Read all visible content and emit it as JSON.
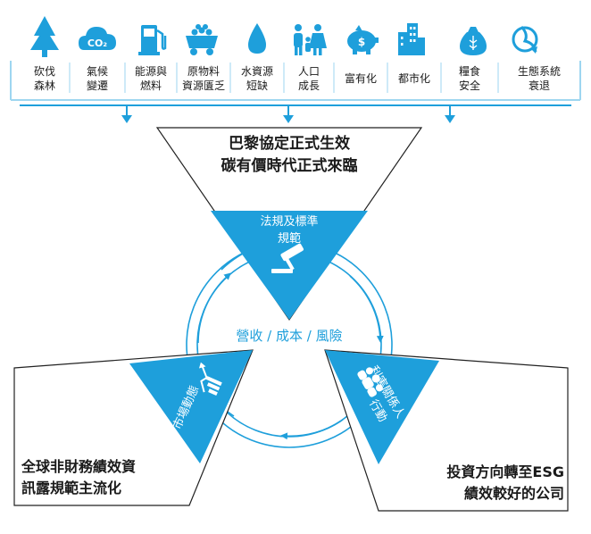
{
  "colors": {
    "accent": "#1E9FDB",
    "light": "#9ED6F0",
    "text": "#1A1A1A",
    "white": "#FFFFFF",
    "frame": "#222222"
  },
  "risks": [
    {
      "icon": "tree-icon",
      "lines": [
        "砍伐",
        "森林"
      ]
    },
    {
      "icon": "co2-cloud-icon",
      "lines": [
        "氣候",
        "變遷"
      ]
    },
    {
      "icon": "fuel-pump-icon",
      "lines": [
        "能源與",
        "燃料"
      ]
    },
    {
      "icon": "mine-cart-icon",
      "lines": [
        "原物料",
        "資源匱乏"
      ]
    },
    {
      "icon": "water-drop-icon",
      "lines": [
        "水資源",
        "短缺"
      ]
    },
    {
      "icon": "population-icon",
      "lines": [
        "人口",
        "成長"
      ]
    },
    {
      "icon": "piggy-bank-icon",
      "lines": [
        "富有化"
      ]
    },
    {
      "icon": "city-buildings-icon",
      "lines": [
        "都市化"
      ]
    },
    {
      "icon": "food-sack-icon",
      "lines": [
        "糧食",
        "安全"
      ]
    },
    {
      "icon": "ecosystem-icon",
      "lines": [
        "生態系統",
        "衰退"
      ]
    }
  ],
  "top_box": {
    "lines": [
      "巴黎協定正式生效",
      "碳有價時代正式來臨"
    ]
  },
  "regulation": {
    "lines": [
      "法規及標準",
      "規範"
    ],
    "icon": "gavel-icon"
  },
  "market": {
    "lines": [
      "市場動態"
    ],
    "icon": "chart-trend-icon"
  },
  "stakeholders": {
    "lines": [
      "利害關係人",
      "行動"
    ],
    "icon": "people-group-icon"
  },
  "center": {
    "text": "營收 / 成本 / 風險"
  },
  "left_box": {
    "lines": [
      "全球非財務績效資",
      "訊露規範主流化"
    ]
  },
  "right_box": {
    "lines": [
      "投資方向轉至ESG",
      "績效較好的公司"
    ]
  }
}
